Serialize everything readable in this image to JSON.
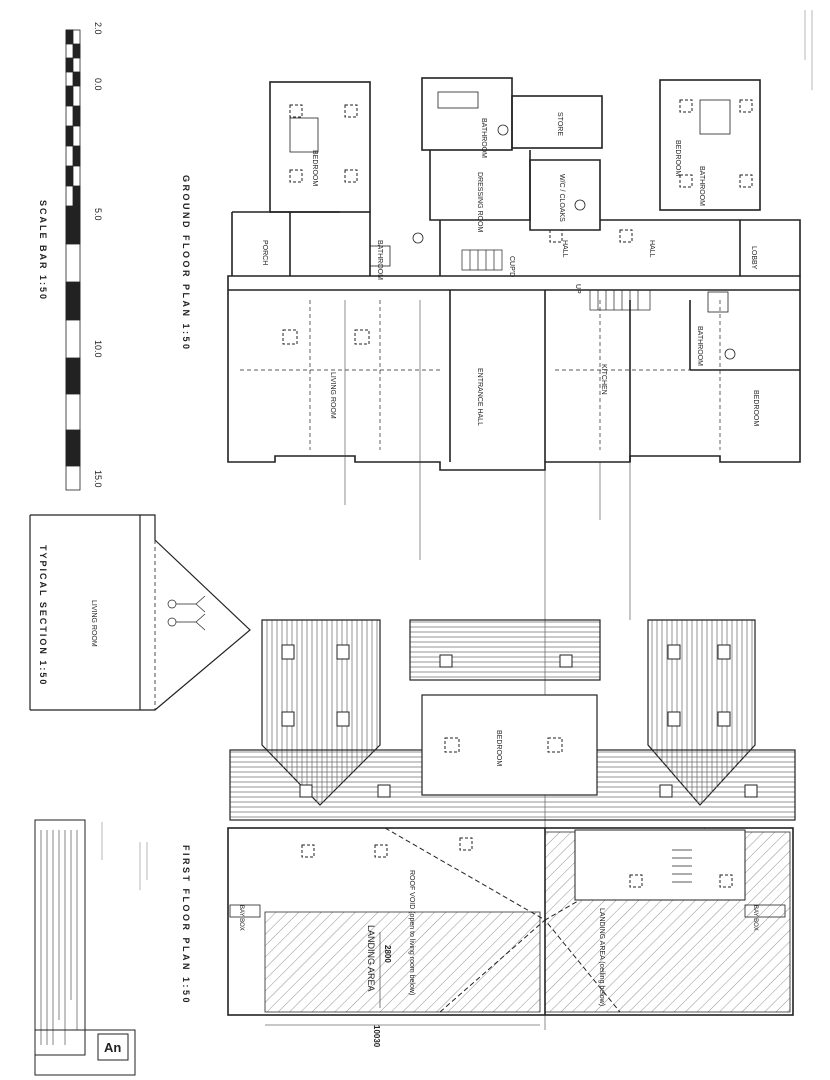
{
  "ground_floor_plan": {
    "title": "GROUND FLOOR PLAN 1:50",
    "rooms": {
      "bedroom_1": "BEDROOM",
      "bathroom_1": "BATHROOM",
      "store": "STORE",
      "bedroom_2": "BEDROOM",
      "bathroom_2": "BATHROOM",
      "dressing_room": "DRESSING ROOM",
      "wc_cloaks": "W/C / CLOAKS",
      "bathroom_3": "BATHROOM",
      "porch": "PORCH",
      "cupd": "CUP'D",
      "hall_1": "HALL",
      "hall_2": "HALL",
      "lobby": "LOBBY",
      "up": "UP",
      "bathroom_4": "BATHROOM",
      "living_room": "LIVING ROOM",
      "entrance_hall": "ENTRANCE HALL",
      "kitchen": "KITCHEN",
      "bedroom_3": "BEDROOM"
    }
  },
  "scale_bar": {
    "title": "SCALE BAR 1:50",
    "ticks": [
      "2.0",
      "0.0",
      "5.0",
      "10.0",
      "15.0"
    ]
  },
  "typical_section": {
    "title": "TYPICAL SECTION 1:50",
    "room_label": "LIVING ROOM"
  },
  "first_floor_plan": {
    "title": "FIRST FLOOR PLAN 1:50",
    "rooms": {
      "bedroom": "BEDROOM",
      "roof_void": "ROOF VOID (open to living room below)",
      "landing_area_left": "LANDING AREA",
      "landing_area_right": "LANDING AREA (ceiling below)",
      "bay_box_left": "BAY BOX",
      "bay_box_right": "BAY BOX"
    },
    "dimensions": {
      "width": "2800",
      "overall": "10030"
    }
  },
  "title_block": {
    "logo": "An"
  }
}
